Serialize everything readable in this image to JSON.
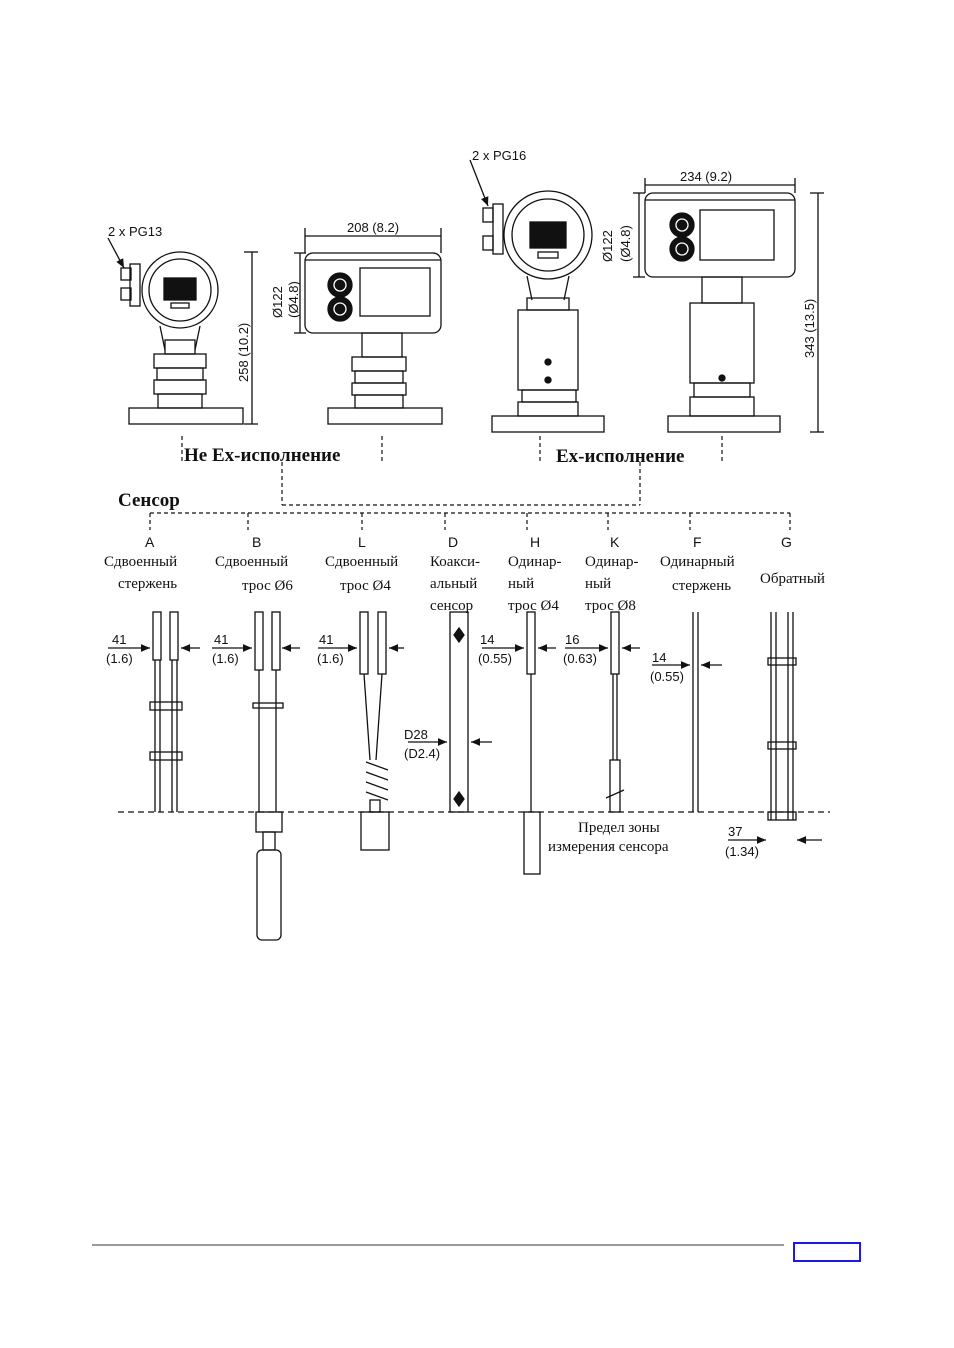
{
  "labels": {
    "pg13": "2 x PG13",
    "pg16": "2 x PG16",
    "dim_208": "208 (8.2)",
    "dim_234": "234 (9.2)",
    "dim_258": "258 (10.2)",
    "dim_343": "343 (13.5)",
    "dim_122_left": "Ø122",
    "dim_48_left": "(Ø4.8)",
    "dim_122_right": "Ø122",
    "dim_48_right": "(Ø4.8)",
    "non_ex": "Не Ex-исполнение",
    "ex": "Ex-исполнение",
    "sensor": "Сенсор"
  },
  "sensors": [
    {
      "letter": "A",
      "line1": "Сдвоенный",
      "line2": "стержень",
      "line3": ""
    },
    {
      "letter": "B",
      "line1": "Сдвоенный",
      "line2": "трос Ø6",
      "line3": ""
    },
    {
      "letter": "L",
      "line1": "Сдвоенный",
      "line2": "трос Ø4",
      "line3": ""
    },
    {
      "letter": "D",
      "line1": "Коакси-",
      "line2": "альный",
      "line3": "сенсор"
    },
    {
      "letter": "H",
      "line1": "Одинар-",
      "line2": "ный",
      "line3": "трос Ø4"
    },
    {
      "letter": "K",
      "line1": "Одинар-",
      "line2": "ный",
      "line3": "трос Ø8"
    },
    {
      "letter": "F",
      "line1": "Одинарный",
      "line2": "стержень",
      "line3": ""
    },
    {
      "letter": "G",
      "line1": "Обратный",
      "line2": "",
      "line3": ""
    }
  ],
  "dims": {
    "a_top": "41",
    "a_bot": "(1.6)",
    "b_top": "41",
    "b_bot": "(1.6)",
    "l_top": "41",
    "l_bot": "(1.6)",
    "h_top": "14",
    "h_bot": "(0.55)",
    "k_top": "16",
    "k_bot": "(0.63)",
    "f_top": "14",
    "f_bot": "(0.55)",
    "d_top": "D28",
    "d_bot": "(D2.4)",
    "g_top": "37",
    "g_bot": "(1.34)"
  },
  "limit": {
    "line1": "Предел зоны",
    "line2": "измерения сенсора"
  },
  "colors": {
    "ink": "#111111",
    "footer_rule": "#9a9a9a",
    "page_box": "#1a1ae6"
  }
}
